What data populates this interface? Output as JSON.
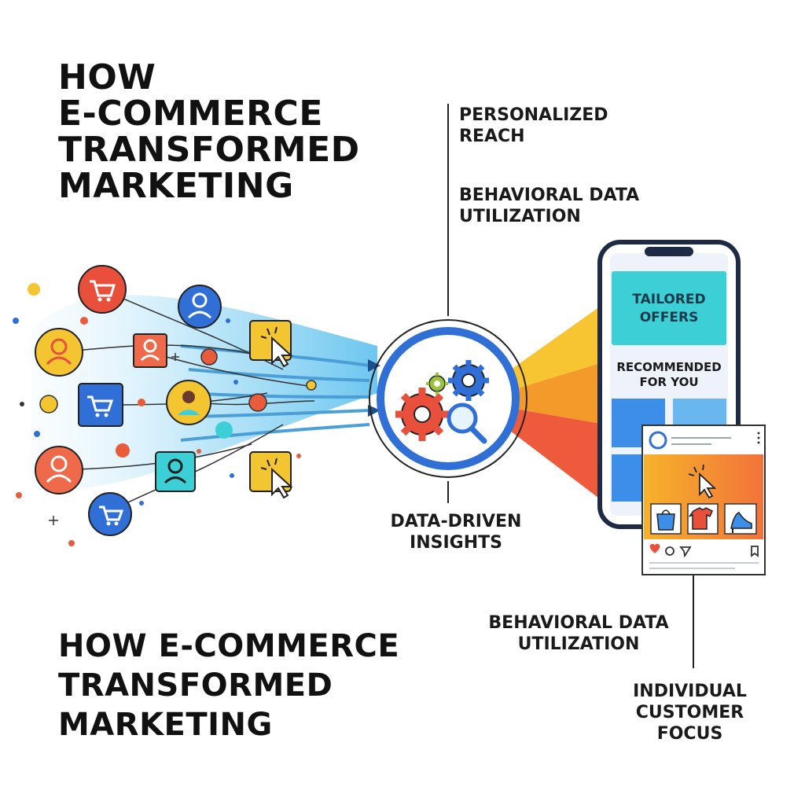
{
  "title_top": [
    "HOW",
    "E-COMMERCE",
    "TRANSFORMED",
    "MARKETING"
  ],
  "title_bottom": [
    "HOW E-COMMERCE",
    "TRANSFORMED",
    "MARKETING"
  ],
  "labels": {
    "personalized_reach": [
      "PERSONALIZED",
      "REACH"
    ],
    "behavioral_top": [
      "BEHAVIORAL DATA",
      "UTILIZATION"
    ],
    "insights": [
      "DATA-DRIVEN",
      "INSIGHTS"
    ],
    "behavioral_bottom": [
      "BEHAVIORAL DATA",
      "UTILIZATION"
    ],
    "customer_focus": [
      "INDIVIDUAL",
      "CUSTOMER",
      "FOCUS"
    ]
  },
  "phone": {
    "offer_line1": "TAILORED",
    "offer_line2": "OFFERS",
    "rec_line1": "RECOMMENDED",
    "rec_line2": "FOR YOU"
  },
  "colors": {
    "hub_ring": "#2f6fd6",
    "phone_frame": "#1f2a44",
    "offer_panel": "#3ccfd6",
    "tile_blue": "#3d8ee8",
    "beam_yellow": "#f7c531",
    "beam_orange": "#f39a2b",
    "beam_red": "#ee5a3c",
    "stream_blue": "#8fd3f4"
  },
  "icons": [
    "cart-icon",
    "user-icon",
    "cursor-icon",
    "gear-icon",
    "magnifier-icon",
    "bag-icon",
    "shirt-icon",
    "heel-icon",
    "heart-icon",
    "comment-icon",
    "send-icon",
    "bookmark-icon"
  ]
}
